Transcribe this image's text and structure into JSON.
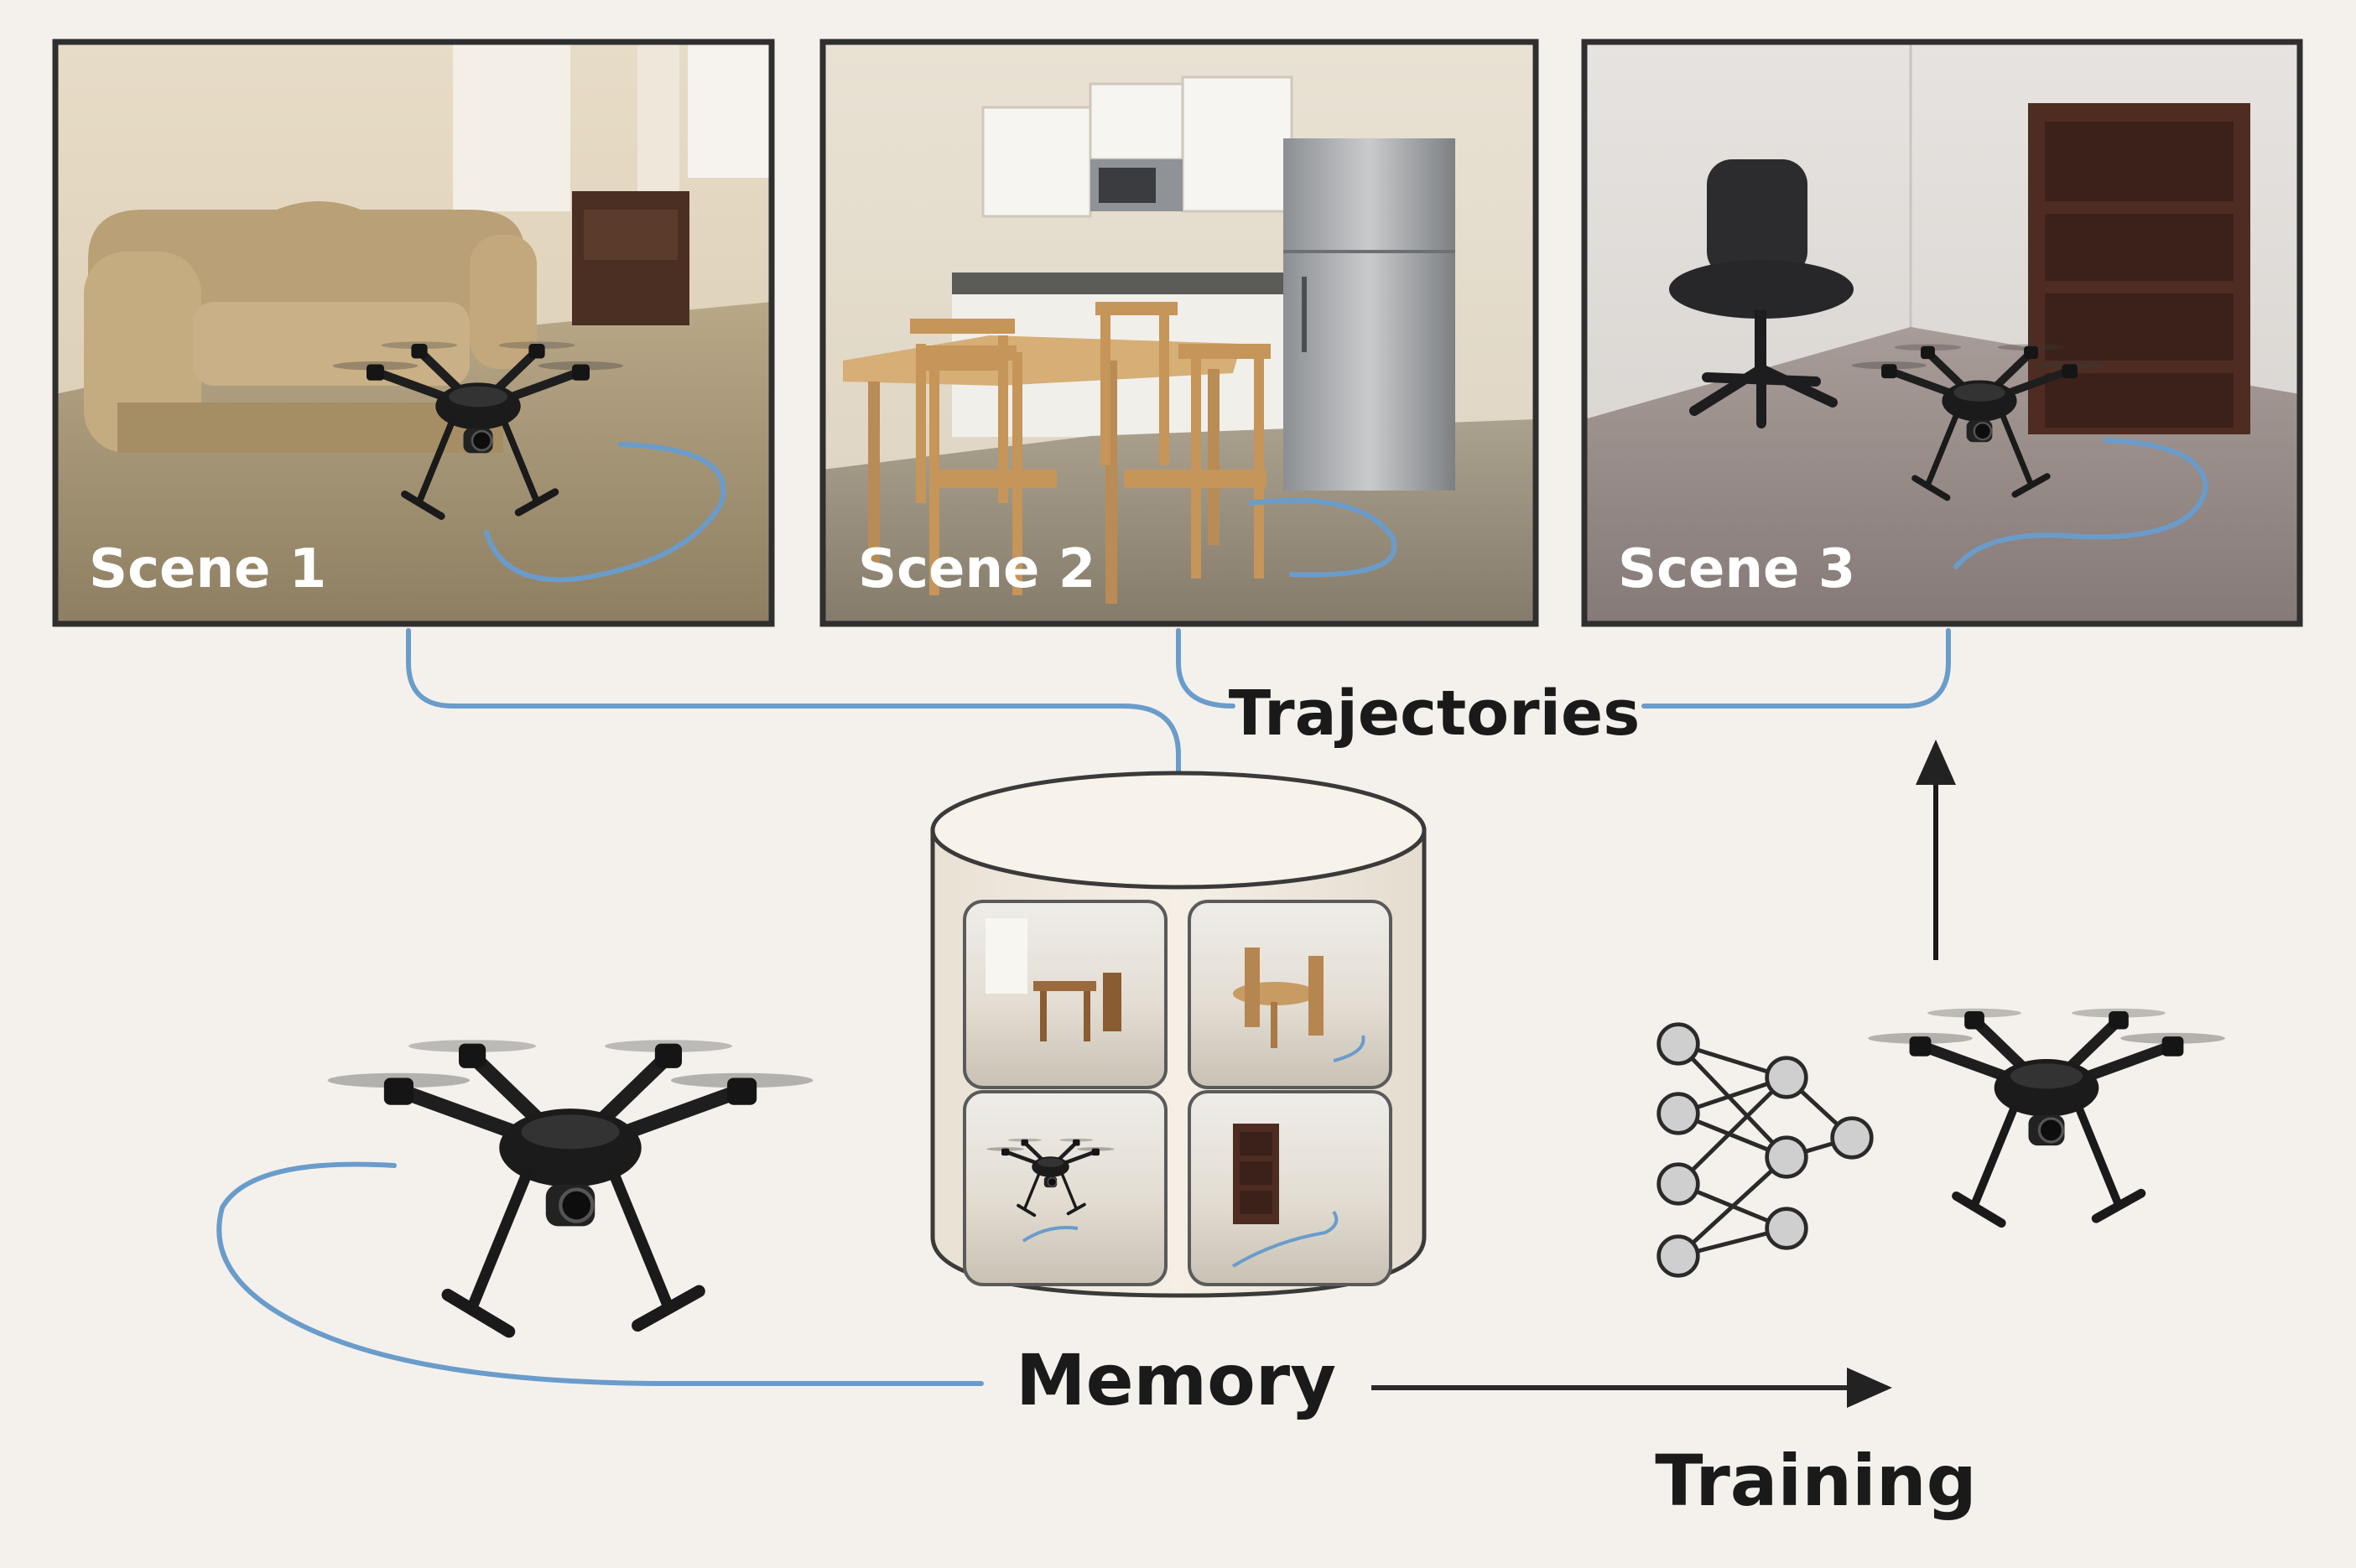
{
  "scenes": [
    {
      "label": "Scene 1",
      "kind": "living-room"
    },
    {
      "label": "Scene 2",
      "kind": "kitchen"
    },
    {
      "label": "Scene 3",
      "kind": "office-corner"
    }
  ],
  "labels": {
    "trajectories": "Trajectories",
    "memory": "Memory",
    "training": "Training"
  },
  "memory_thumbnails": [
    "dining-room-empty",
    "dining-table",
    "drone-flight",
    "bookshelf-corner"
  ],
  "colors": {
    "background": "#f4f1ec",
    "trajectory_blue": "#6a9ccb",
    "arrow": "#222222",
    "frame": "#2f2f2f"
  }
}
